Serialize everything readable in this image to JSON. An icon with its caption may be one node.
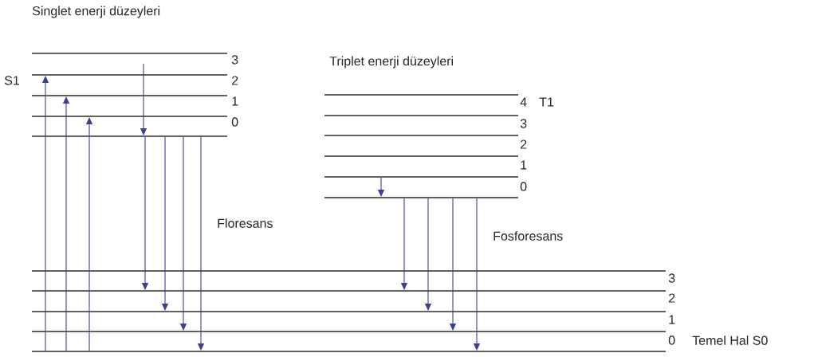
{
  "diagram": {
    "nodes": [
      {
        "text": [],
        "shape": "bar"
      },
      {
        "text": [],
        "shape": "bar"
      },
      {
        "text": [],
        "shape": "bar"
      },
      {
        "text": [],
        "shape": "bar"
      },
      {
        "text": [],
        "shape": "bar"
      },
      {
        "text": [],
        "shape": "bar"
      },
      {
        "text": [],
        "shape": "bar"
      },
      {
        "text": [],
        "shape": "bar"
      },
      {
        "text": [],
        "shape": "bar"
      },
      {
        "text": [],
        "shape": "bar"
      },
      {
        "text": [],
        "shape": "bar"
      },
      {
        "text": [],
        "shape": "bar"
      },
      {
        "text": [],
        "shape": "bar"
      },
      {
        "text": [],
        "shape": "bar"
      },
      {
        "text": [],
        "shape": "bar"
      },
      {
        "text": [],
        "shape": "bar"
      }
    ],
    "edges": [
      {
        "from": 15,
        "to": 1,
        "arrow": "to"
      },
      {
        "from": 15,
        "to": 2,
        "arrow": "to"
      },
      {
        "from": 15,
        "to": 3,
        "arrow": "to"
      },
      {
        "from": 0,
        "to": 4,
        "arrow": "to"
      },
      {
        "from": 4,
        "to": 12,
        "arrow": "to"
      },
      {
        "from": 4,
        "to": 13,
        "arrow": "to"
      },
      {
        "from": 4,
        "to": 14,
        "arrow": "to"
      },
      {
        "from": 4,
        "to": 15,
        "arrow": "to"
      },
      {
        "from": 9,
        "to": 10,
        "arrow": "to"
      },
      {
        "from": 10,
        "to": 12,
        "arrow": "to"
      },
      {
        "from": 10,
        "to": 13,
        "arrow": "to"
      },
      {
        "from": 10,
        "to": 14,
        "arrow": "to"
      },
      {
        "from": 10,
        "to": 15,
        "arrow": "to"
      }
    ],
    "labels": [
      "Singlet enerji düzeyleri",
      "3",
      "Triplet enerji düzeyleri",
      "S1",
      "2",
      "1",
      "4",
      "T1",
      "0",
      "3",
      "2",
      "1",
      "0",
      "Floresans",
      "Fosforesans",
      "3",
      "2",
      "1",
      "0",
      "Temel Hal S0"
    ]
  }
}
